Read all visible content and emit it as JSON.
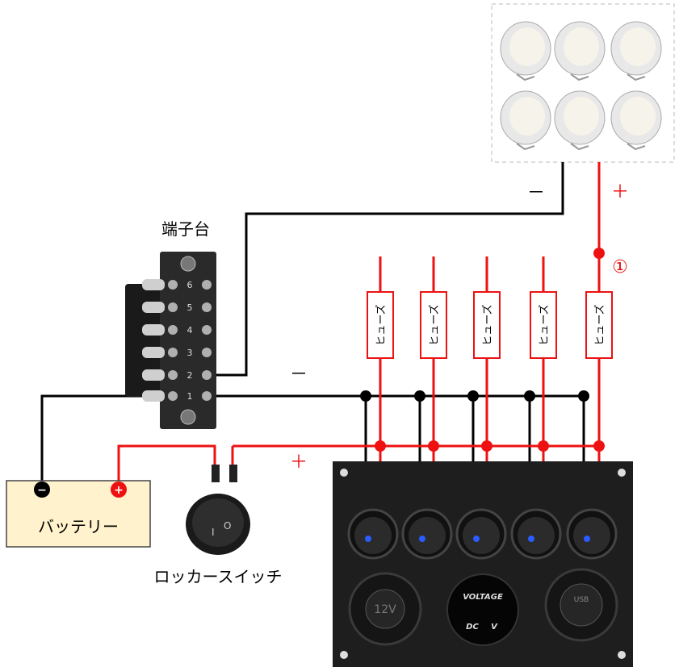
{
  "labels": {
    "terminal_block": "端子台",
    "battery": "バッテリー",
    "rocker_switch": "ロッカースイッチ",
    "minus_top": "－",
    "plus_top": "＋",
    "circle_one": "①",
    "minus_mid": "－",
    "plus_mid": "＋",
    "battery_minus": "−",
    "battery_plus": "+"
  },
  "fuses": [
    {
      "label": "ヒューズ"
    },
    {
      "label": "ヒューズ"
    },
    {
      "label": "ヒューズ"
    },
    {
      "label": "ヒューズ"
    },
    {
      "label": "ヒューズ"
    }
  ],
  "terminal_numbers": [
    "6",
    "5",
    "4",
    "3",
    "2",
    "1"
  ],
  "panel": {
    "socket_label": "12V",
    "voltmeter_title": "VOLTAGE",
    "voltmeter_dc": "DC",
    "voltmeter_v": "V",
    "usb_label": "USB"
  },
  "colors": {
    "positive_wire": "#ee1111",
    "negative_wire": "#000000",
    "battery_fill": "#fff2cc",
    "panel": "#1e1e1e",
    "switch_led": "#2a5cff"
  }
}
